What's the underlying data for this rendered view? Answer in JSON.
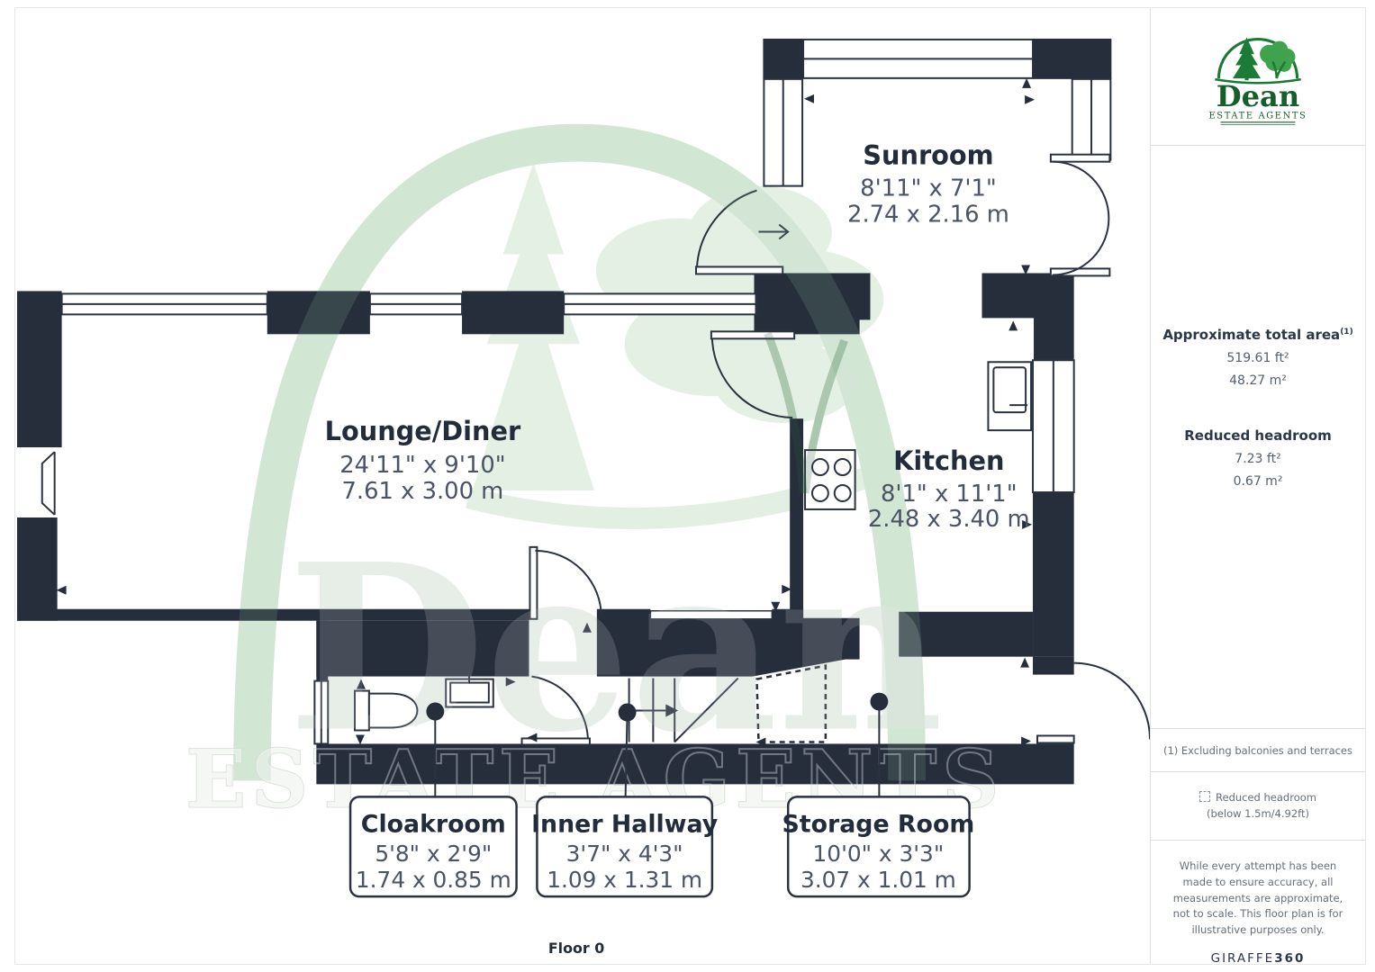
{
  "floor_label": "Floor 0",
  "watermark": {
    "name": "Dean",
    "tagline": "ESTATE AGENTS"
  },
  "rooms": [
    {
      "id": "sunroom",
      "name": "Sunroom",
      "imperial": "8'11\" x 7'1\"",
      "metric": "2.74 x 2.16 m"
    },
    {
      "id": "lounge-diner",
      "name": "Lounge/Diner",
      "imperial": "24'11\" x 9'10\"",
      "metric": "7.61 x 3.00 m"
    },
    {
      "id": "kitchen",
      "name": "Kitchen",
      "imperial": "8'1\" x 11'1\"",
      "metric": "2.48 x 3.40 m"
    },
    {
      "id": "cloakroom",
      "name": "Cloakroom",
      "imperial": "5'8\" x 2'9\"",
      "metric": "1.74 x 0.85 m"
    },
    {
      "id": "inner-hallway",
      "name": "Inner Hallway",
      "imperial": "3'7\" x 4'3\"",
      "metric": "1.09 x 1.31 m"
    },
    {
      "id": "storage-room",
      "name": "Storage Room",
      "imperial": "10'0\" x 3'3\"",
      "metric": "3.07 x 1.01 m"
    }
  ],
  "sidebar": {
    "logo": {
      "name": "Dean",
      "tagline": "ESTATE AGENTS"
    },
    "total_area": {
      "title": "Approximate total area",
      "sup": "(1)",
      "ft": "519.61 ft²",
      "m": "48.27 m²"
    },
    "reduced_headroom": {
      "title": "Reduced headroom",
      "ft": "7.23 ft²",
      "m": "0.67 m²"
    },
    "note_excluding": "(1) Excluding balconies and terraces",
    "note_reduced_line1": "Reduced headroom",
    "note_reduced_line2": "(below 1.5m/4.92ft)",
    "disclaimer": "While every attempt has been made to ensure accuracy, all measurements are approximate, not to scale. This floor plan is for illustrative purposes only.",
    "brand": {
      "giraffe": "GIRAFFE",
      "num": "360"
    }
  },
  "colors": {
    "wall": "#262e3c",
    "room_title": "#232c3a",
    "room_dims": "#4a5466",
    "logo_green": "#155f2a",
    "tree_green": "#3fa34d",
    "watermark_green": "#e3efe3",
    "divider": "#dedede"
  }
}
